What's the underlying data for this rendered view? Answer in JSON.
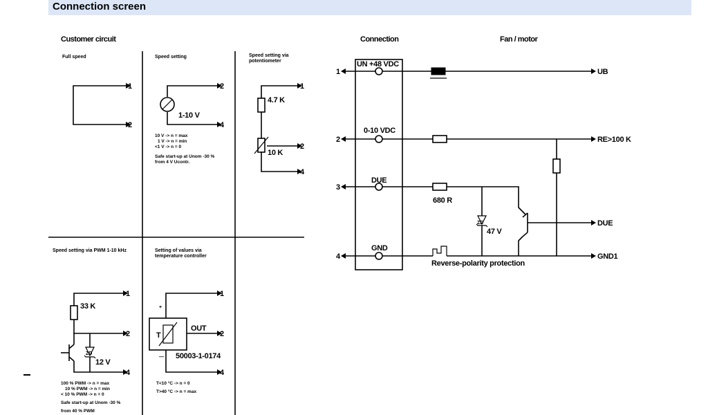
{
  "header": {
    "title": "Connection screen"
  },
  "customer_circuit": {
    "heading": "Customer circuit",
    "full_speed": {
      "title": "Full speed",
      "pins": [
        "1",
        "2"
      ]
    },
    "speed_setting": {
      "title": "Speed setting",
      "voltage": "1-10 V",
      "pins": [
        "2",
        "4"
      ],
      "notes": [
        "10 V -> n = max",
        "1 V -> n = min",
        "<1 V -> n = 0",
        "Safe start-up at Unom -30 %",
        "from 4 V Ucontr."
      ]
    },
    "potentiometer": {
      "title_lines": [
        "Speed setting via",
        "potentiometer"
      ],
      "r1": "4.7 K",
      "r2": "10 K",
      "pins": [
        "1",
        "2",
        "4"
      ]
    },
    "pwm": {
      "title": "Speed setting via PWM 1-10 kHz",
      "resistor": "33 K",
      "zener": "ZD",
      "zener_value": "12 V",
      "pins": [
        "1",
        "2",
        "4"
      ],
      "notes": [
        "100 % PWM -> n = max",
        "10 % PWM -> n = min",
        "< 10 % PWM -> n = 0",
        "Safe start-up at Unom -30 %",
        "from 40 % PWM"
      ]
    },
    "temperature": {
      "title_lines": [
        "Setting of values via",
        "temperature controller"
      ],
      "plus": "+",
      "minus": "—",
      "sensor": "T",
      "out": "OUT",
      "part": "50003-1-0174",
      "pins": [
        "1",
        "2",
        "4"
      ],
      "notes": [
        "T<10 °C -> n = 0",
        "T>40 °C -> n = max"
      ]
    }
  },
  "connection": {
    "heading": "Connection",
    "terminals": [
      {
        "pin": "1",
        "label": "UN +48 VDC"
      },
      {
        "pin": "2",
        "label": "0-10 VDC"
      },
      {
        "pin": "3",
        "label": "DUE"
      },
      {
        "pin": "4",
        "label": "GND"
      }
    ]
  },
  "fan_motor": {
    "heading": "Fan / motor",
    "outputs": [
      "UB",
      "RE>100 K",
      "DUE",
      "GND1"
    ],
    "r_due": "680 R",
    "zener": "ZD",
    "zener_value": "47 V",
    "reverse_polarity": "Reverse-polarity protection"
  }
}
